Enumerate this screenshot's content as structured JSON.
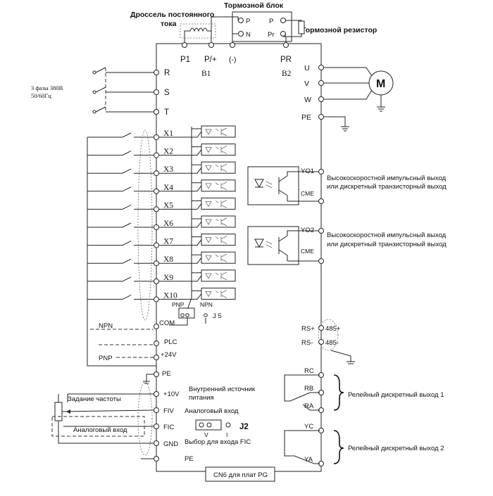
{
  "top": {
    "choke_label_line1": "Дроссель постоянного",
    "choke_label_line2": "тока",
    "brake_unit_label": "Тормозной блок",
    "brake_resistor_label": "Тормозной резистор",
    "brake_pins": [
      "P",
      "N",
      "P",
      "Pr"
    ]
  },
  "main_terminals": {
    "top": [
      "P1",
      "P/+",
      "(-)",
      "PR"
    ],
    "b1": "B1",
    "b2": "B2",
    "power_inputs": [
      "R",
      "S",
      "T"
    ],
    "power_label_line1": "3 фазы 380В",
    "power_label_line2": "50/60Гц",
    "outputs": [
      "U",
      "V",
      "W",
      "PE"
    ],
    "motor_label": "M"
  },
  "digital_inputs": [
    "X1",
    "X2",
    "X3",
    "X4",
    "X5",
    "X6",
    "X7",
    "X8",
    "X9",
    "X10"
  ],
  "jumper_j5": {
    "pnp": "PNP",
    "npn": "NPN",
    "label": "J 5"
  },
  "common_terminals": {
    "com": "COM",
    "plc": "PLC",
    "v24": "+24V",
    "npn_label": "NPN",
    "pnp_label": "PNP"
  },
  "transistor_outputs": [
    {
      "terminal": "YO1",
      "common": "CME",
      "desc_line1": "Высокоскоростной импульсный выход",
      "desc_line2": "или дискретный транзисторный выход"
    },
    {
      "terminal": "YO2",
      "common": "CME",
      "desc_line1": "Высокоскоростной импульсный выход",
      "desc_line2": "или дискретный транзисторный выход"
    }
  ],
  "rs485": {
    "plus_terminal": "RS+",
    "plus_label": "485+",
    "minus_terminal": "RS-",
    "minus_label": "485-"
  },
  "relay1": {
    "terminals": [
      "RC",
      "RB",
      "RA"
    ],
    "label": "Релейный дискретный выход 1"
  },
  "relay2": {
    "terminals": [
      "YC",
      "YA"
    ],
    "label": "Релейный дискретный выход 2"
  },
  "analog": {
    "pe_top": "PE",
    "v10": "+10V",
    "v10_desc_line1": "Внутренний источник",
    "v10_desc_line2": "питания",
    "fiv": "FIV",
    "fiv_desc": "Аналоговый вход",
    "fic": "FIC",
    "gnd": "GND",
    "pe_bottom": "PE",
    "freq_label": "Задание частоты",
    "analog_in_label": "Аналоговый вход",
    "j2_label": "J2",
    "j2_v": "V",
    "j2_i": "I",
    "j2_desc": "Выбор для входа FIC"
  },
  "pg_box": "CN6 для плат PG"
}
